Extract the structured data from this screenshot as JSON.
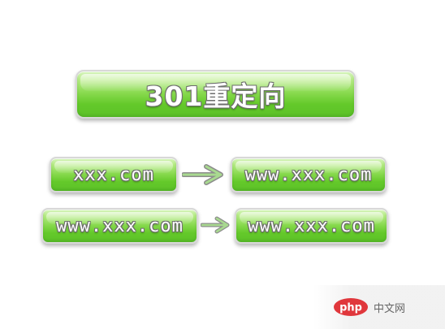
{
  "title": "301重定向",
  "rows": [
    {
      "from": "xxx.com",
      "to": "www.xxx.com"
    },
    {
      "from": "www.xxx.com",
      "to": "www.xxx.com"
    }
  ],
  "watermark": {
    "logo_text": "php",
    "site_text": "中文网"
  },
  "colors": {
    "pill_green": "#84d84a",
    "arrow_green": "#a8d98f",
    "logo_red": "#e0373c"
  }
}
